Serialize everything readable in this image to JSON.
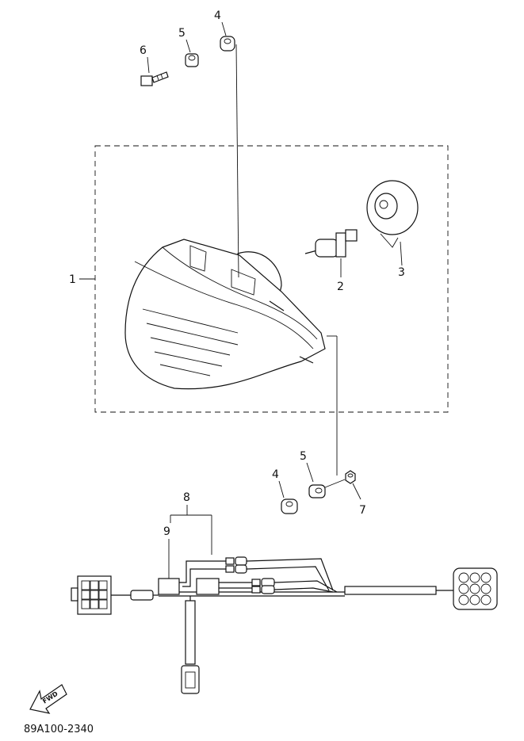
{
  "callouts": {
    "c1": "1",
    "c2": "2",
    "c3": "3",
    "c4_top": "4",
    "c5_top": "5",
    "c6": "6",
    "c4_bottom": "4",
    "c5_bottom": "5",
    "c7": "7",
    "c8": "8",
    "c9": "9"
  },
  "fwd_marker": "FWD",
  "diagram_code": "89A100-2340"
}
